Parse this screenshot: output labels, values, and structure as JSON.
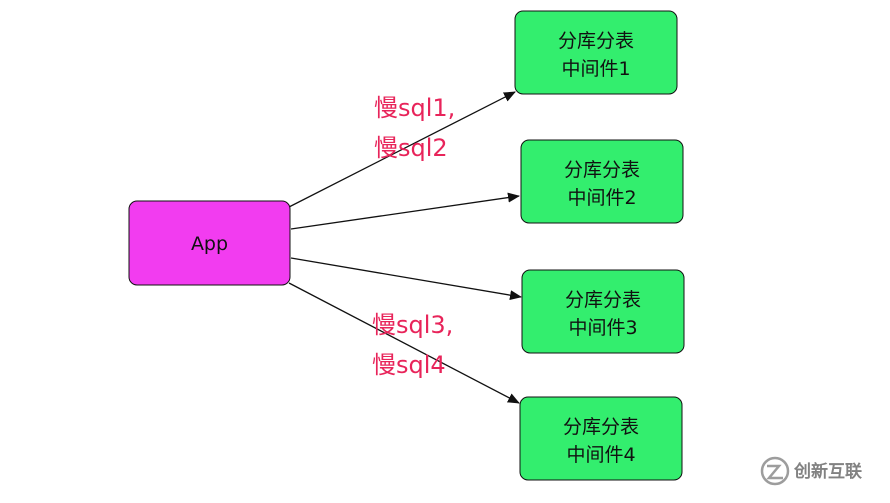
{
  "colors": {
    "app_fill": "#f23cf0",
    "middleware_fill": "#33ee6e",
    "stroke": "#111111",
    "label_color": "#e8245a"
  },
  "app": {
    "label": "App"
  },
  "middlewares": [
    {
      "line1": "分库分表",
      "line2": "中间件1"
    },
    {
      "line1": "分库分表",
      "line2": "中间件2"
    },
    {
      "line1": "分库分表",
      "line2": "中间件3"
    },
    {
      "line1": "分库分表",
      "line2": "中间件4"
    }
  ],
  "edge_labels": {
    "top": {
      "line1": "慢sql1,",
      "line2": "慢sql2"
    },
    "bottom": {
      "line1": "慢sql3,",
      "line2": "慢sql4"
    }
  },
  "watermark": {
    "text": "创新互联"
  }
}
